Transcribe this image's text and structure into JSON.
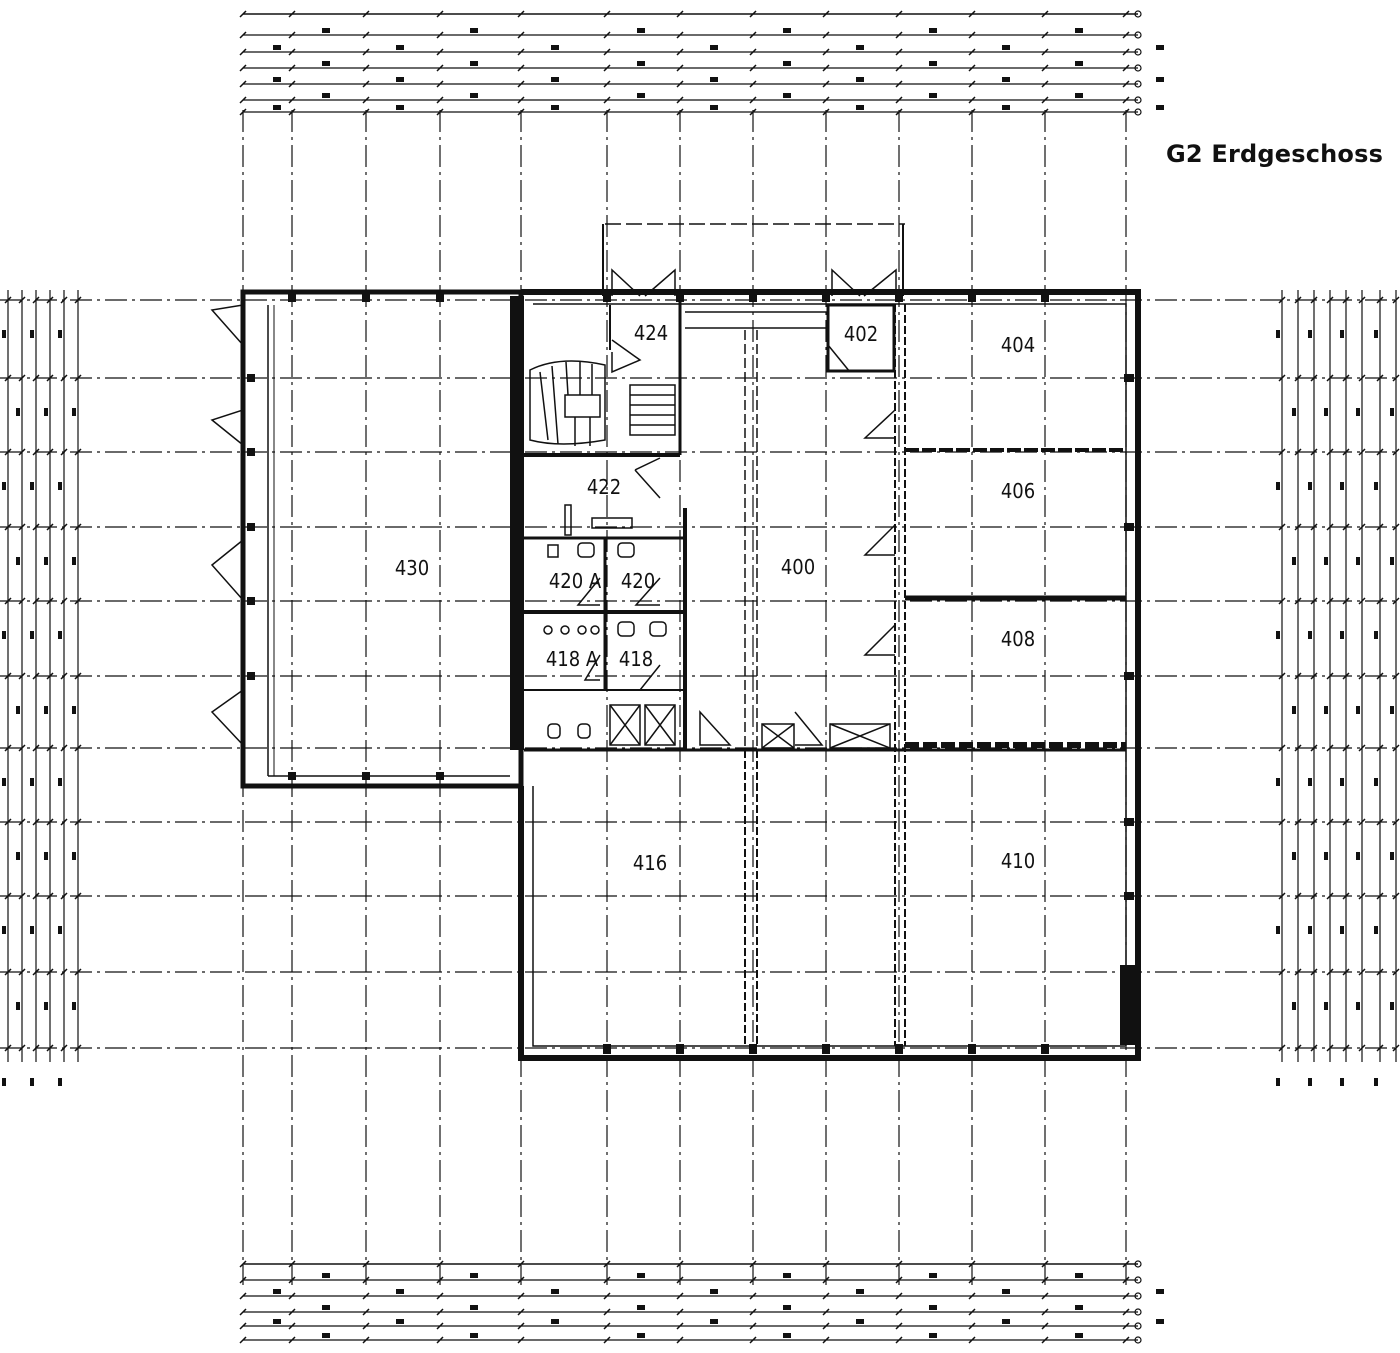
{
  "title": "G2 Erdgeschoss",
  "colors": {
    "ink": "#111111",
    "paper": "#ffffff"
  },
  "rooms": [
    {
      "id": "430",
      "label": "430"
    },
    {
      "id": "424",
      "label": "424"
    },
    {
      "id": "422",
      "label": "422"
    },
    {
      "id": "420a",
      "label": "420 A"
    },
    {
      "id": "420",
      "label": "420"
    },
    {
      "id": "418a",
      "label": "418 A"
    },
    {
      "id": "418",
      "label": "418"
    },
    {
      "id": "400",
      "label": "400"
    },
    {
      "id": "402",
      "label": "402"
    },
    {
      "id": "404",
      "label": "404"
    },
    {
      "id": "406",
      "label": "406"
    },
    {
      "id": "408",
      "label": "408"
    },
    {
      "id": "416",
      "label": "416"
    },
    {
      "id": "410",
      "label": "410"
    }
  ]
}
